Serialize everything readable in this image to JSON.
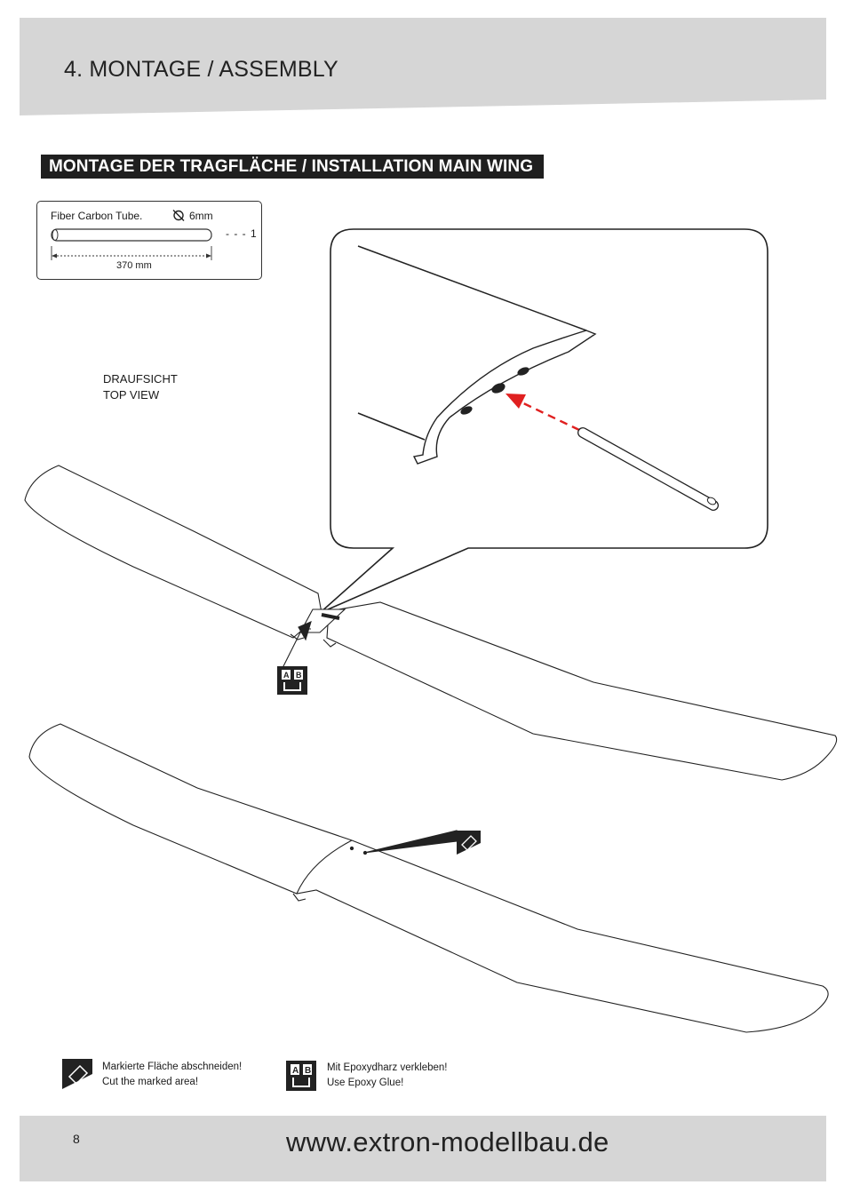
{
  "header": {
    "title": "4. MONTAGE / ASSEMBLY"
  },
  "section": {
    "title": "MONTAGE DER TRAGFLÄCHE / INSTALLATION MAIN WING"
  },
  "part": {
    "name": "Fiber Carbon Tube.",
    "diameter": "6mm",
    "length": "370 mm",
    "quantity": "- - - 1"
  },
  "view_label": {
    "line1": "DRAUFSICHT",
    "line2": "TOP VIEW"
  },
  "legend": [
    {
      "icon": "cut-marked-area-icon",
      "line1": "Markierte Fläche abschneiden!",
      "line2": "Cut the marked area!"
    },
    {
      "icon": "epoxy-glue-icon",
      "line1": "Mit Epoxydharz verkleben!",
      "line2": "Use Epoxy Glue!"
    }
  ],
  "footer": {
    "page_number": "8",
    "url": "www.extron-modellbau.de"
  },
  "colors": {
    "header_band": "#d6d6d6",
    "section_bar": "#1f1f1f",
    "arrow": "#e02020"
  }
}
